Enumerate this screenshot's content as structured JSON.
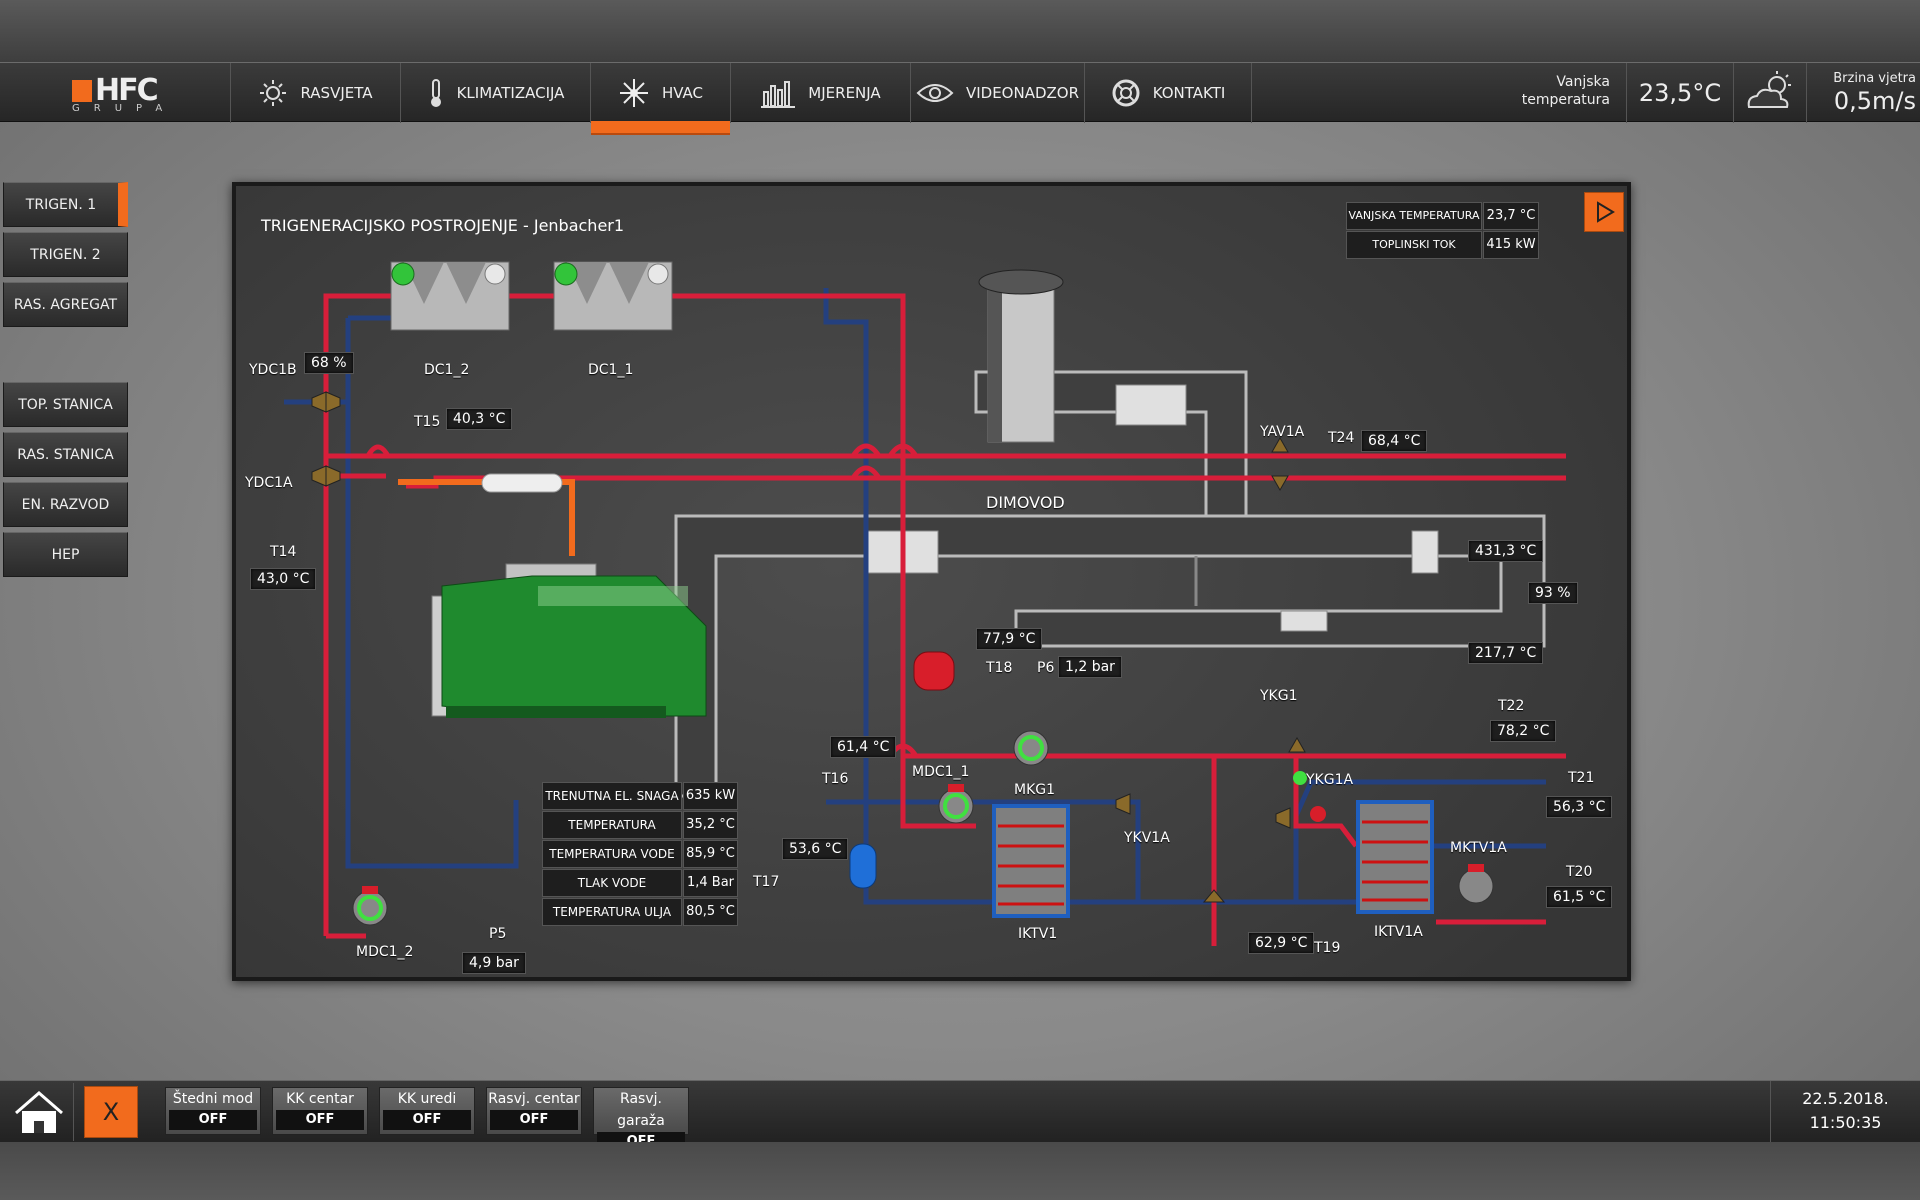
{
  "brand": {
    "logo": "HFC",
    "sub": "GRUPA"
  },
  "nav": [
    {
      "label": "RASVJETA",
      "icon": "sun-icon"
    },
    {
      "label": "KLIMATIZACIJA",
      "icon": "thermometer-icon"
    },
    {
      "label": "HVAC",
      "icon": "snowflake-icon",
      "active": true
    },
    {
      "label": "MJERENJA",
      "icon": "bar-chart-icon"
    },
    {
      "label": "VIDEONADZOR",
      "icon": "eye-icon"
    },
    {
      "label": "KONTAKTI",
      "icon": "lifebuoy-icon"
    }
  ],
  "weather": {
    "label": "Vanjska temperatura",
    "temp": "23,5°C",
    "icon": "partly-cloudy-icon",
    "wind_label": "Brzina vjetra",
    "wind": "0,5m/s"
  },
  "sidebar": {
    "group1": [
      "TRIGEN. 1",
      "TRIGEN. 2",
      "RAS. AGREGAT"
    ],
    "group2": [
      "TOP. STANICA",
      "RAS. STANICA",
      "EN. RAZVOD",
      "HEP"
    ],
    "active": "TRIGEN. 1"
  },
  "panel": {
    "title": "TRIGENERACIJSKO POSTROJENJE - Jenbacher1",
    "top_table": [
      {
        "k": "VANJSKA TEMPERATURA",
        "v": "23,7 °C"
      },
      {
        "k": "TOPLINSKI TOK",
        "v": "415 kW"
      }
    ],
    "engine_table": [
      {
        "k": "TRENUTNA EL. SNAGA",
        "v": "635 kW"
      },
      {
        "k": "TEMPERATURA",
        "v": "35,2 °C"
      },
      {
        "k": "TEMPERATURA VODE",
        "v": "85,9 °C"
      },
      {
        "k": "TLAK VODE",
        "v": "1,4 Bar"
      },
      {
        "k": "TEMPERATURA ULJA",
        "v": "80,5 °C"
      }
    ],
    "labels": {
      "dc1_2": "DC1_2",
      "dc1_1": "DC1_1",
      "ydc1b": "YDC1B",
      "ydc1a": "YDC1A",
      "t15": "T15",
      "t14": "T14",
      "yav1a": "YAV1A",
      "t24": "T24",
      "dimovod": "DIMOVOD",
      "t18": "T18",
      "p6": "P6",
      "ykg1": "YKG1",
      "t22": "T22",
      "t16": "T16",
      "mdc1_1": "MDC1_1",
      "mkg1": "MKG1",
      "ykg1a": "YKG1A",
      "t21": "T21",
      "mktv1a": "MKTV1A",
      "t20": "T20",
      "t17": "T17",
      "ykv1a": "YKV1A",
      "iktv1": "IKTV1",
      "iktv1a": "IKTV1A",
      "t19": "T19",
      "p5": "P5",
      "mdc1_2": "MDC1_2"
    },
    "values": {
      "ydc1b_pos": "68 %",
      "t15": "40,3 °C",
      "t14": "43,0 °C",
      "t24": "68,4 °C",
      "flue_t1": "431,3 °C",
      "flue_pct": "93 %",
      "flue_t2": "217,7 °C",
      "t_779": "77,9 °C",
      "p6": "1,2 bar",
      "t22": "78,2 °C",
      "t16": "61,4 °C",
      "t21": "56,3 °C",
      "t17": "53,6 °C",
      "t20": "61,5 °C",
      "t19": "62,9 °C",
      "p5": "4,9 bar"
    }
  },
  "footer": {
    "toggles": [
      {
        "title": "Štedni mod",
        "state": "OFF"
      },
      {
        "title": "KK centar",
        "state": "OFF"
      },
      {
        "title": "KK uredi",
        "state": "OFF"
      },
      {
        "title": "Rasvj. centar",
        "state": "OFF"
      },
      {
        "title": "Rasvj. garaža",
        "state": "OFF"
      }
    ],
    "x_label": "X",
    "date": "22.5.2018.",
    "time": "11:50:35"
  },
  "colors": {
    "accent": "#f26b1d",
    "supply": "#d81e3a",
    "return": "#223a7a",
    "engine": "#1f8a2e"
  }
}
